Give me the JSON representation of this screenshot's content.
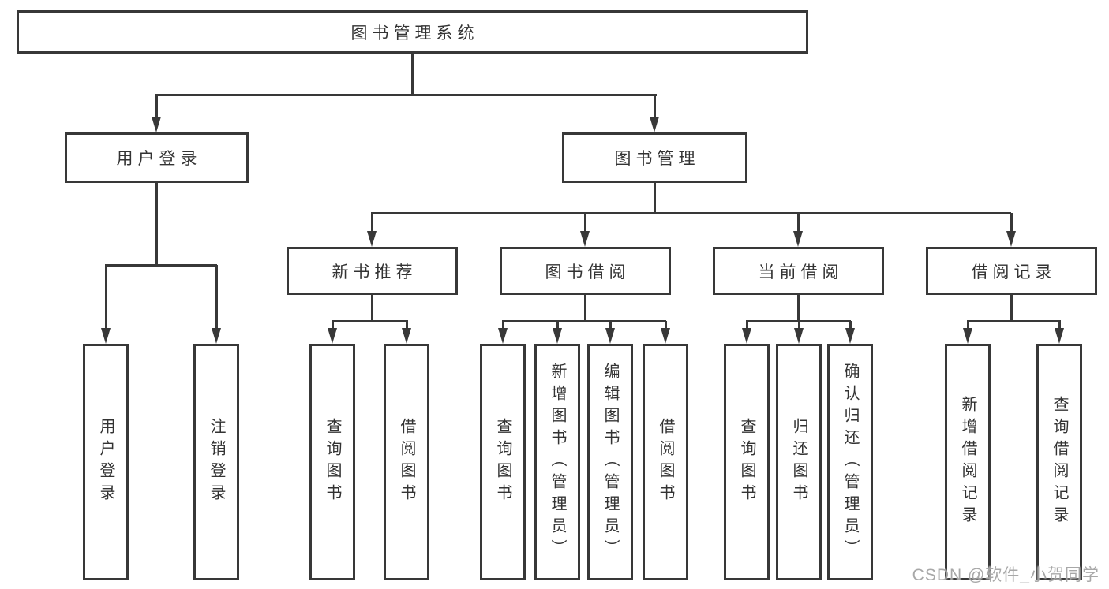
{
  "diagram": {
    "type": "tree",
    "title": "图书管理系统",
    "watermark": "CSDN @软件_小贺同学",
    "colors": {
      "line": "#383838",
      "text": "#333333",
      "background": "#ffffff",
      "watermark": "#9e9e9e"
    },
    "nodes": {
      "root": "图书管理系统",
      "user_login": "用户登录",
      "book_mgmt": "图书管理",
      "new_book_rec": "新书推荐",
      "book_borrow": "图书借阅",
      "current_borrow": "当前借阅",
      "borrow_record": "借阅记录",
      "leaf_user_login": "用户登录",
      "leaf_logout": "注销登录",
      "leaf_query_book_1": "查询图书",
      "leaf_borrow_book_1": "借阅图书",
      "leaf_query_book_2": "查询图书",
      "leaf_add_book": "新增图书（管理员）",
      "leaf_edit_book": "编辑图书（管理员）",
      "leaf_borrow_book_2": "借阅图书",
      "leaf_query_book_3": "查询图书",
      "leaf_return_book": "归还图书",
      "leaf_confirm_return": "确认归还（管理员）",
      "leaf_add_record": "新增借阅记录",
      "leaf_query_record": "查询借阅记录"
    },
    "structure": {
      "图书管理系统": {
        "用户登录": [
          "用户登录",
          "注销登录"
        ],
        "图书管理": {
          "新书推荐": [
            "查询图书",
            "借阅图书"
          ],
          "图书借阅": [
            "查询图书",
            "新增图书（管理员）",
            "编辑图书（管理员）",
            "借阅图书"
          ],
          "当前借阅": [
            "查询图书",
            "归还图书",
            "确认归还（管理员）"
          ],
          "借阅记录": [
            "新增借阅记录",
            "查询借阅记录"
          ]
        }
      }
    }
  }
}
